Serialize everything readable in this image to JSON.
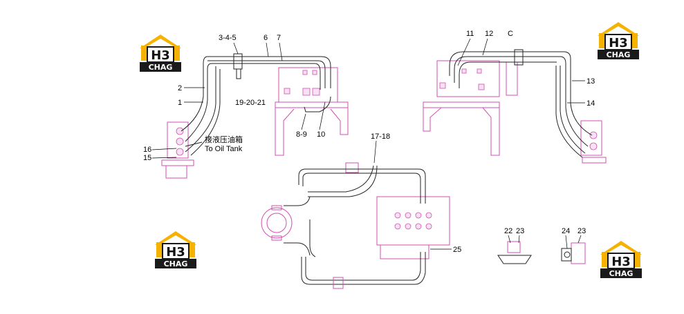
{
  "brand": {
    "mark": "H3",
    "name": "CHAG",
    "colors": {
      "roof": "#f5b200",
      "dark": "#1a1a1a",
      "magenta": "#d24fb0"
    }
  },
  "labels": {
    "l_3_4_5": "3-4-5",
    "l_6": "6",
    "l_7": "7",
    "l_2": "2",
    "l_1": "1",
    "l_19_20_21": "19-20-21",
    "l_8_9": "8-9",
    "l_10": "10",
    "l_16": "16",
    "l_15": "15",
    "tank_cn": "接液压油箱",
    "tank_en": "To Oil Tank",
    "l_11": "11",
    "l_12": "12",
    "l_C": "C",
    "l_13": "13",
    "l_14": "14",
    "l_17_18": "17-18",
    "l_25": "25",
    "l_22": "22",
    "l_23a": "23",
    "l_24": "24",
    "l_23b": "23"
  }
}
